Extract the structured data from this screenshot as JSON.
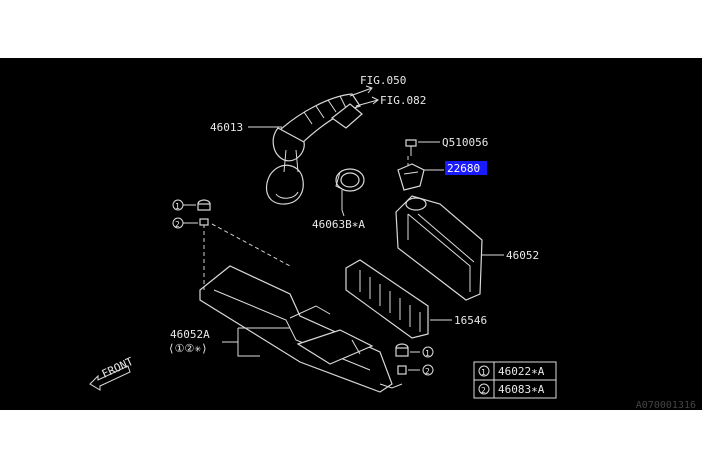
{
  "labels": {
    "fig050": "FIG.050",
    "fig082": "FIG.082",
    "p46013": "46013",
    "pQ510056": "Q510056",
    "p22680": "22680",
    "p46063B": "46063B∗A",
    "p46052": "46052",
    "p16546": "16546",
    "p46052A": "46052A",
    "p46052A_sub": "⟨①②✳⟩",
    "front": "FRONT",
    "circ1": "1",
    "circ2": "2"
  },
  "legend": [
    {
      "num": "1",
      "part": "46022∗A"
    },
    {
      "num": "2",
      "part": "46083∗A"
    }
  ],
  "diagram_code": "A070001316",
  "colors": {
    "background": "#000000",
    "line": "#dcdcdc",
    "highlight": "#1a1aff"
  }
}
